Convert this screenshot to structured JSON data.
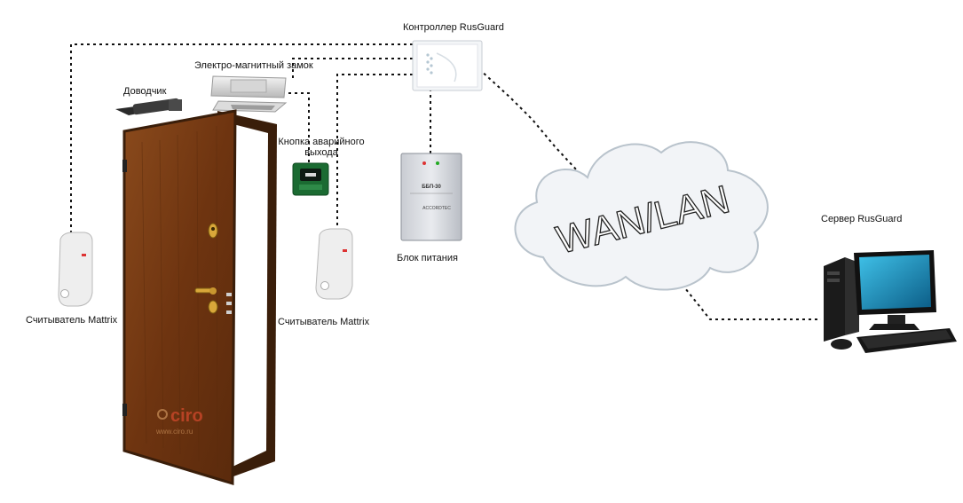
{
  "labels": {
    "controller": "Контроллер RusGuard",
    "lock": "Электро-магнитный замок",
    "closer": "Доводчик",
    "exit_button_line1": "Кнопка аварийного",
    "exit_button_line2": "выхода",
    "power": "Блок питания",
    "reader_left": "Считыватель Mattrix",
    "reader_right": "Считыватель Mattrix",
    "server": "Сервер  RusGuard",
    "network": "WAN/LAN"
  },
  "device_text": {
    "psu_model": "ББП-30",
    "psu_brand": "ACCORDTEC",
    "watermark": "ciro",
    "watermark_url": "www.ciro.ru"
  },
  "colors": {
    "door_wood": "#7a3d14",
    "door_frame": "#3a1e0a",
    "cable": "#111111",
    "cloud_fill": "#f2f4f7",
    "button_green": "#1b6b32"
  }
}
